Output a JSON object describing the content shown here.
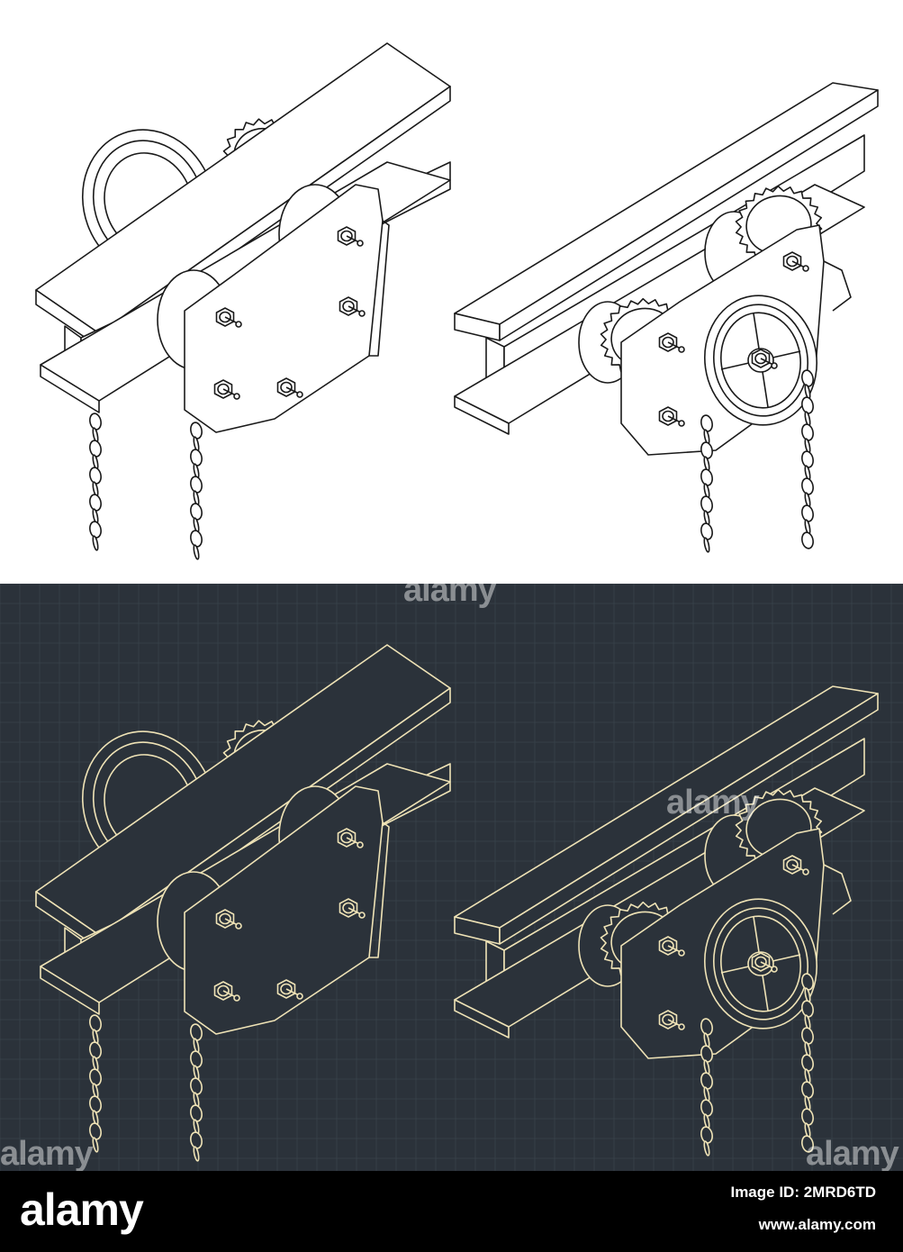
{
  "colors": {
    "light_background": "#ffffff",
    "light_line": "#1a1a1a",
    "dark_background": "#2b323a",
    "dark_grid": "#3a434c",
    "dark_line": "#efe3b6",
    "footer_background": "#000000",
    "footer_text": "#ffffff"
  },
  "watermark": {
    "text": "alamy",
    "color": "rgba(255,255,255,0.45)"
  },
  "footer": {
    "logo": "alamy",
    "image_id": "Image ID: 2MRD6TD",
    "url": "www.alamy.com"
  },
  "figures": [
    {
      "id": "light-left",
      "view": "front plate with bolts"
    },
    {
      "id": "light-right",
      "view": "hand-wheel and gears"
    },
    {
      "id": "dark-left",
      "view": "front plate with bolts"
    },
    {
      "id": "dark-right",
      "view": "hand-wheel and gears"
    }
  ]
}
